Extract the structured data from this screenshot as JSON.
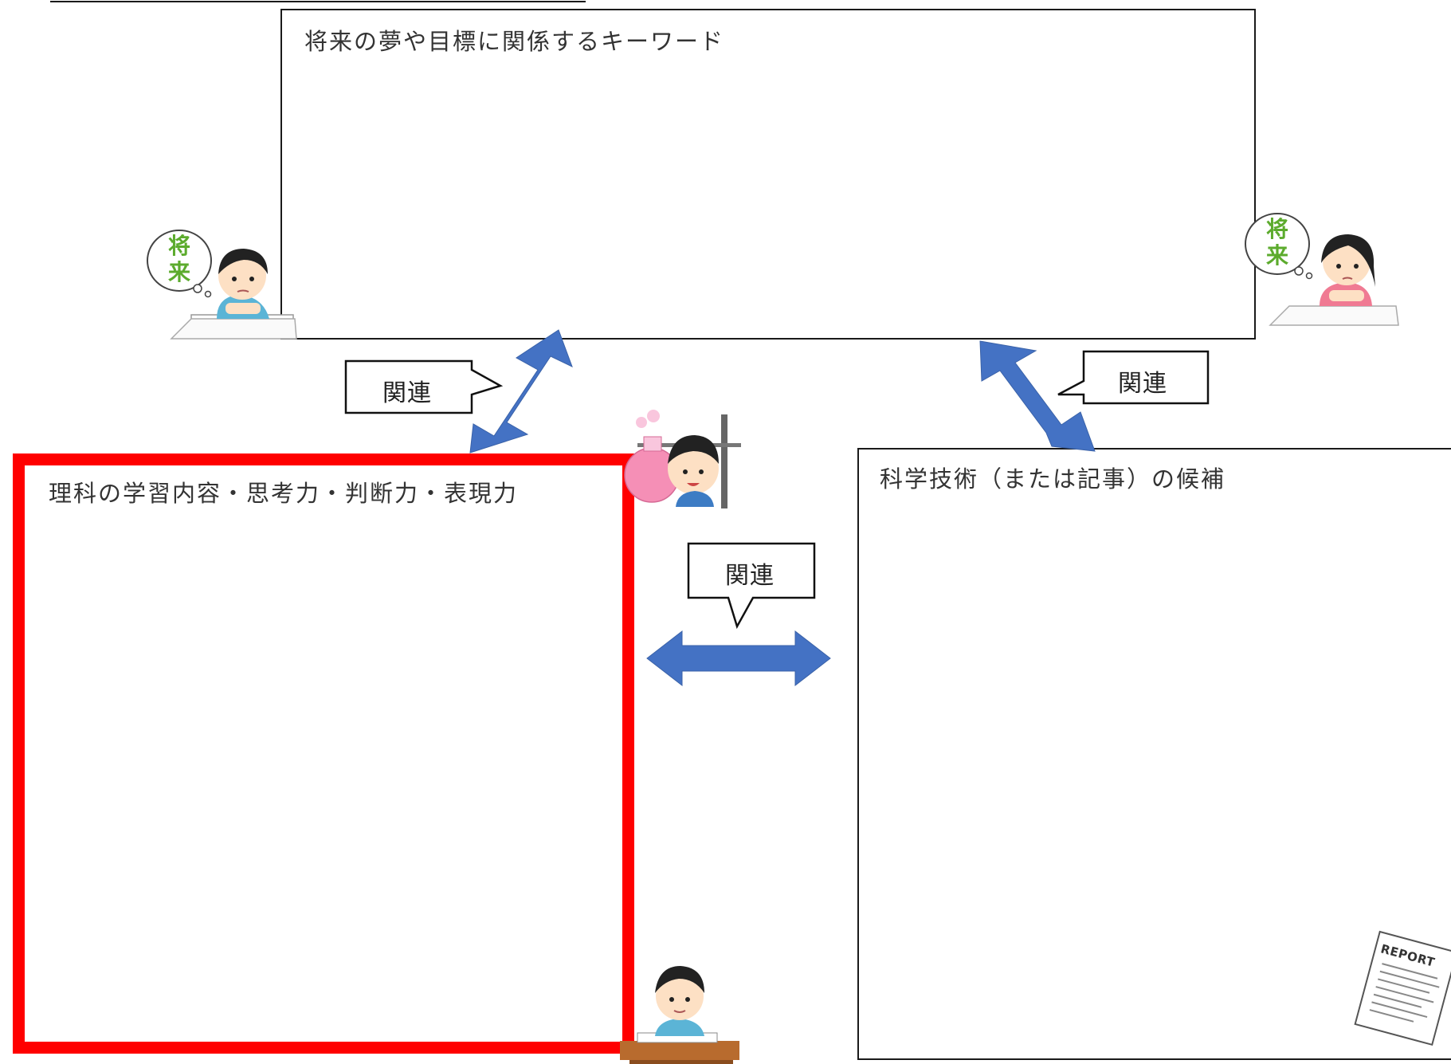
{
  "boxes": {
    "keywords_title": "将来の夢や目標に関係するキーワード",
    "science_title": "理科の学習内容・思考力・判断力・表現力",
    "tech_title": "科学技術（または記事）の候補"
  },
  "callouts": {
    "left": "関連",
    "right": "関連",
    "middle": "関連"
  },
  "thought_bubbles": {
    "left_text": "将来",
    "right_text": "将来"
  },
  "report_doc": {
    "label": "REPORT"
  },
  "colors": {
    "arrow": "#4472c4",
    "highlight": "#ff0000",
    "bubble_text": "#5cab2d"
  },
  "icons": [
    "boy-thinking-icon",
    "girl-thinking-icon",
    "boy-experiment-icon",
    "boy-studying-icon",
    "report-document-icon"
  ]
}
